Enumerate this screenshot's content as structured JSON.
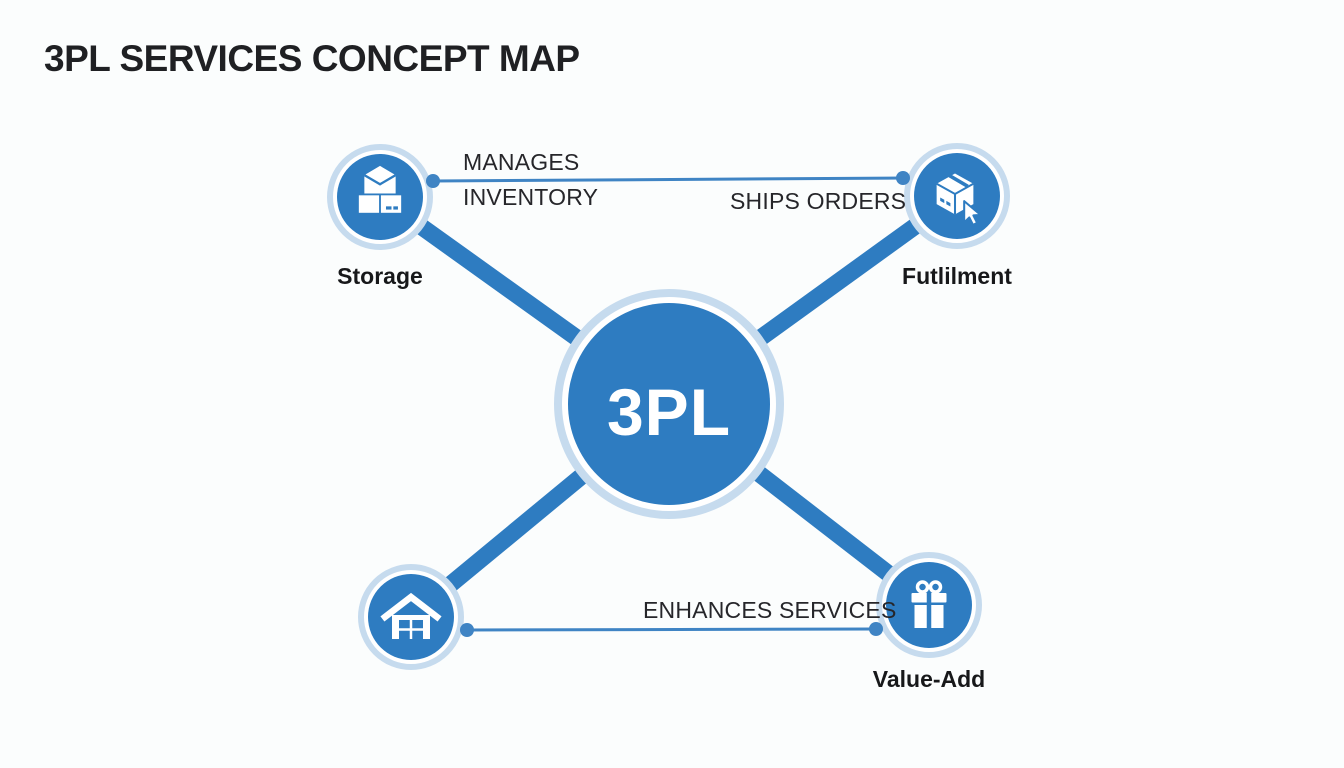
{
  "title": "3PL SERVICES CONCEPT MAP",
  "center": {
    "label": "3PL"
  },
  "nodes": {
    "storage": {
      "label": "Storage",
      "icon": "storage-boxes-icon"
    },
    "fulfilment": {
      "label": "Futlilment",
      "icon": "shipping-box-cursor-icon"
    },
    "warehouse": {
      "icon": "warehouse-house-icon"
    },
    "value_add": {
      "label": "Value-Add",
      "icon": "gift-icon"
    }
  },
  "edge_labels": {
    "manages": "MANAGES",
    "inventory": "INVENTORY",
    "ships_orders": "SHIPS ORDERS",
    "enhances_services": "ENHANCES SERVICES"
  },
  "colors": {
    "primary": "#2e7cc1",
    "ring": "#c6dbee",
    "line": "#3f84c4",
    "text": "#1f2023",
    "label": "#26262a",
    "background": "#fbfdfd"
  }
}
